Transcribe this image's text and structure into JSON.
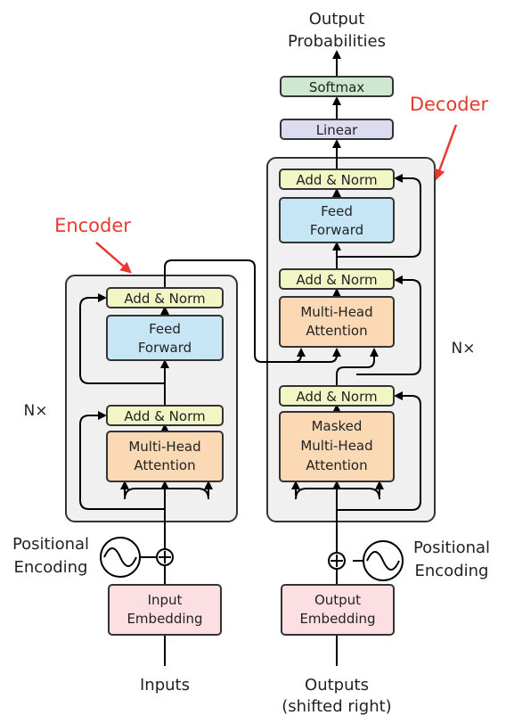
{
  "colors": {
    "addnorm": "#f2f5c4",
    "feedforward": "#c7e6f5",
    "attention": "#fbd9b5",
    "embedding": "#fcdfe2",
    "linear": "#dcdcf0",
    "softmax": "#cde8cf",
    "block_bg": "#f0f0f0",
    "annotation": "#e8392f"
  },
  "annotations": {
    "encoder": "Encoder",
    "decoder": "Decoder"
  },
  "output": {
    "probabilities_line1": "Output",
    "probabilities_line2": "Probabilities"
  },
  "decoder": {
    "softmax": "Softmax",
    "linear": "Linear",
    "add_norm_top": "Add & Norm",
    "feed_forward_line1": "Feed",
    "feed_forward_line2": "Forward",
    "add_norm_mid": "Add & Norm",
    "mha_line1": "Multi-Head",
    "mha_line2": "Attention",
    "add_norm_bottom": "Add & Norm",
    "masked_line1": "Masked",
    "masked_line2": "Multi-Head",
    "masked_line3": "Attention",
    "nx": "N×",
    "pos_enc_line1": "Positional",
    "pos_enc_line2": "Encoding",
    "embedding_line1": "Output",
    "embedding_line2": "Embedding",
    "input_line1": "Outputs",
    "input_line2": "(shifted right)"
  },
  "encoder": {
    "add_norm_top": "Add & Norm",
    "feed_forward_line1": "Feed",
    "feed_forward_line2": "Forward",
    "add_norm_bottom": "Add & Norm",
    "mha_line1": "Multi-Head",
    "mha_line2": "Attention",
    "nx": "N×",
    "pos_enc_line1": "Positional",
    "pos_enc_line2": "Encoding",
    "embedding_line1": "Input",
    "embedding_line2": "Embedding",
    "input_label": "Inputs"
  }
}
